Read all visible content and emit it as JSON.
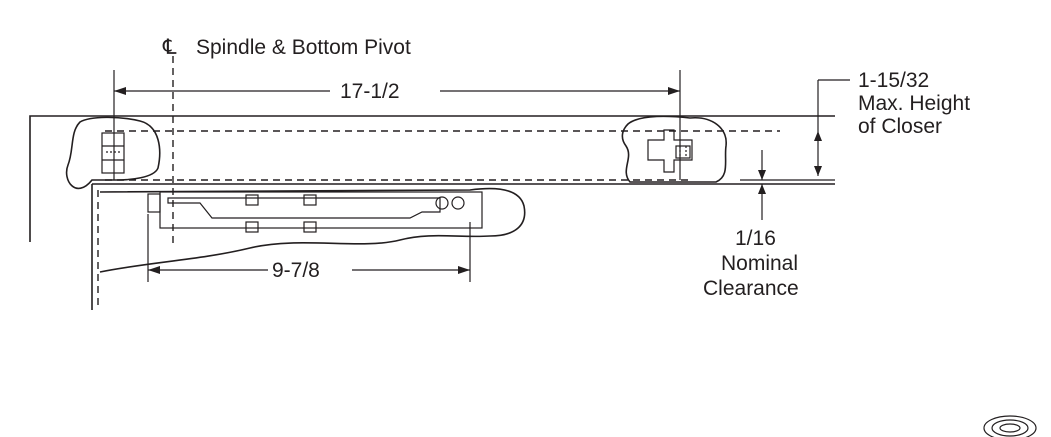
{
  "labels": {
    "spindle_symbol": "℄",
    "spindle": "Spindle & Bottom Pivot",
    "dim_overall": "17-1/2",
    "dim_height_1": "1-15/32",
    "dim_height_2": "Max. Height",
    "dim_height_3": "of Closer",
    "dim_arm": "9-7/8",
    "clearance_1": "1/16",
    "clearance_2": "Nominal",
    "clearance_3": "Clearance"
  },
  "colors": {
    "ink": "#231f20",
    "paper": "#ffffff"
  }
}
